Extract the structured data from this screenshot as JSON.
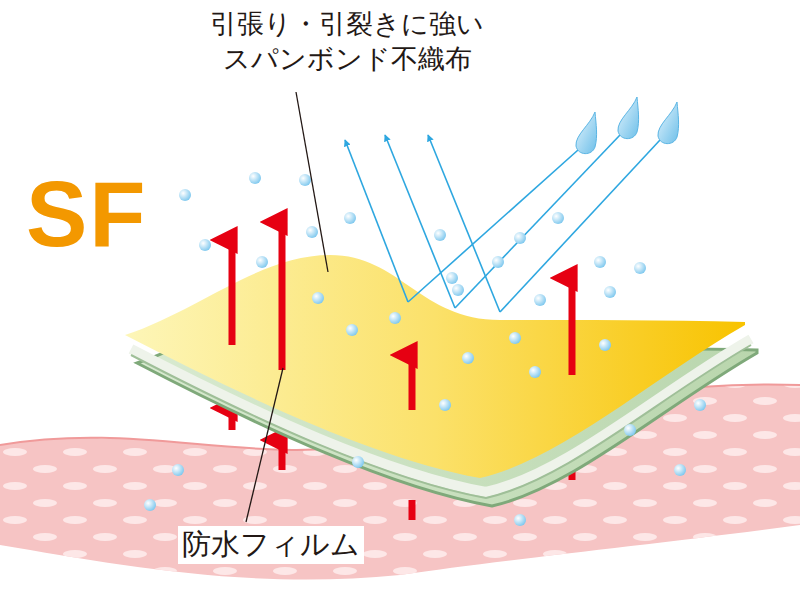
{
  "diagram": {
    "title": "SF",
    "labels": [
      "引張り・引裂きに強い スパンボンド不織布",
      "防水フィルム"
    ]
  }
}
